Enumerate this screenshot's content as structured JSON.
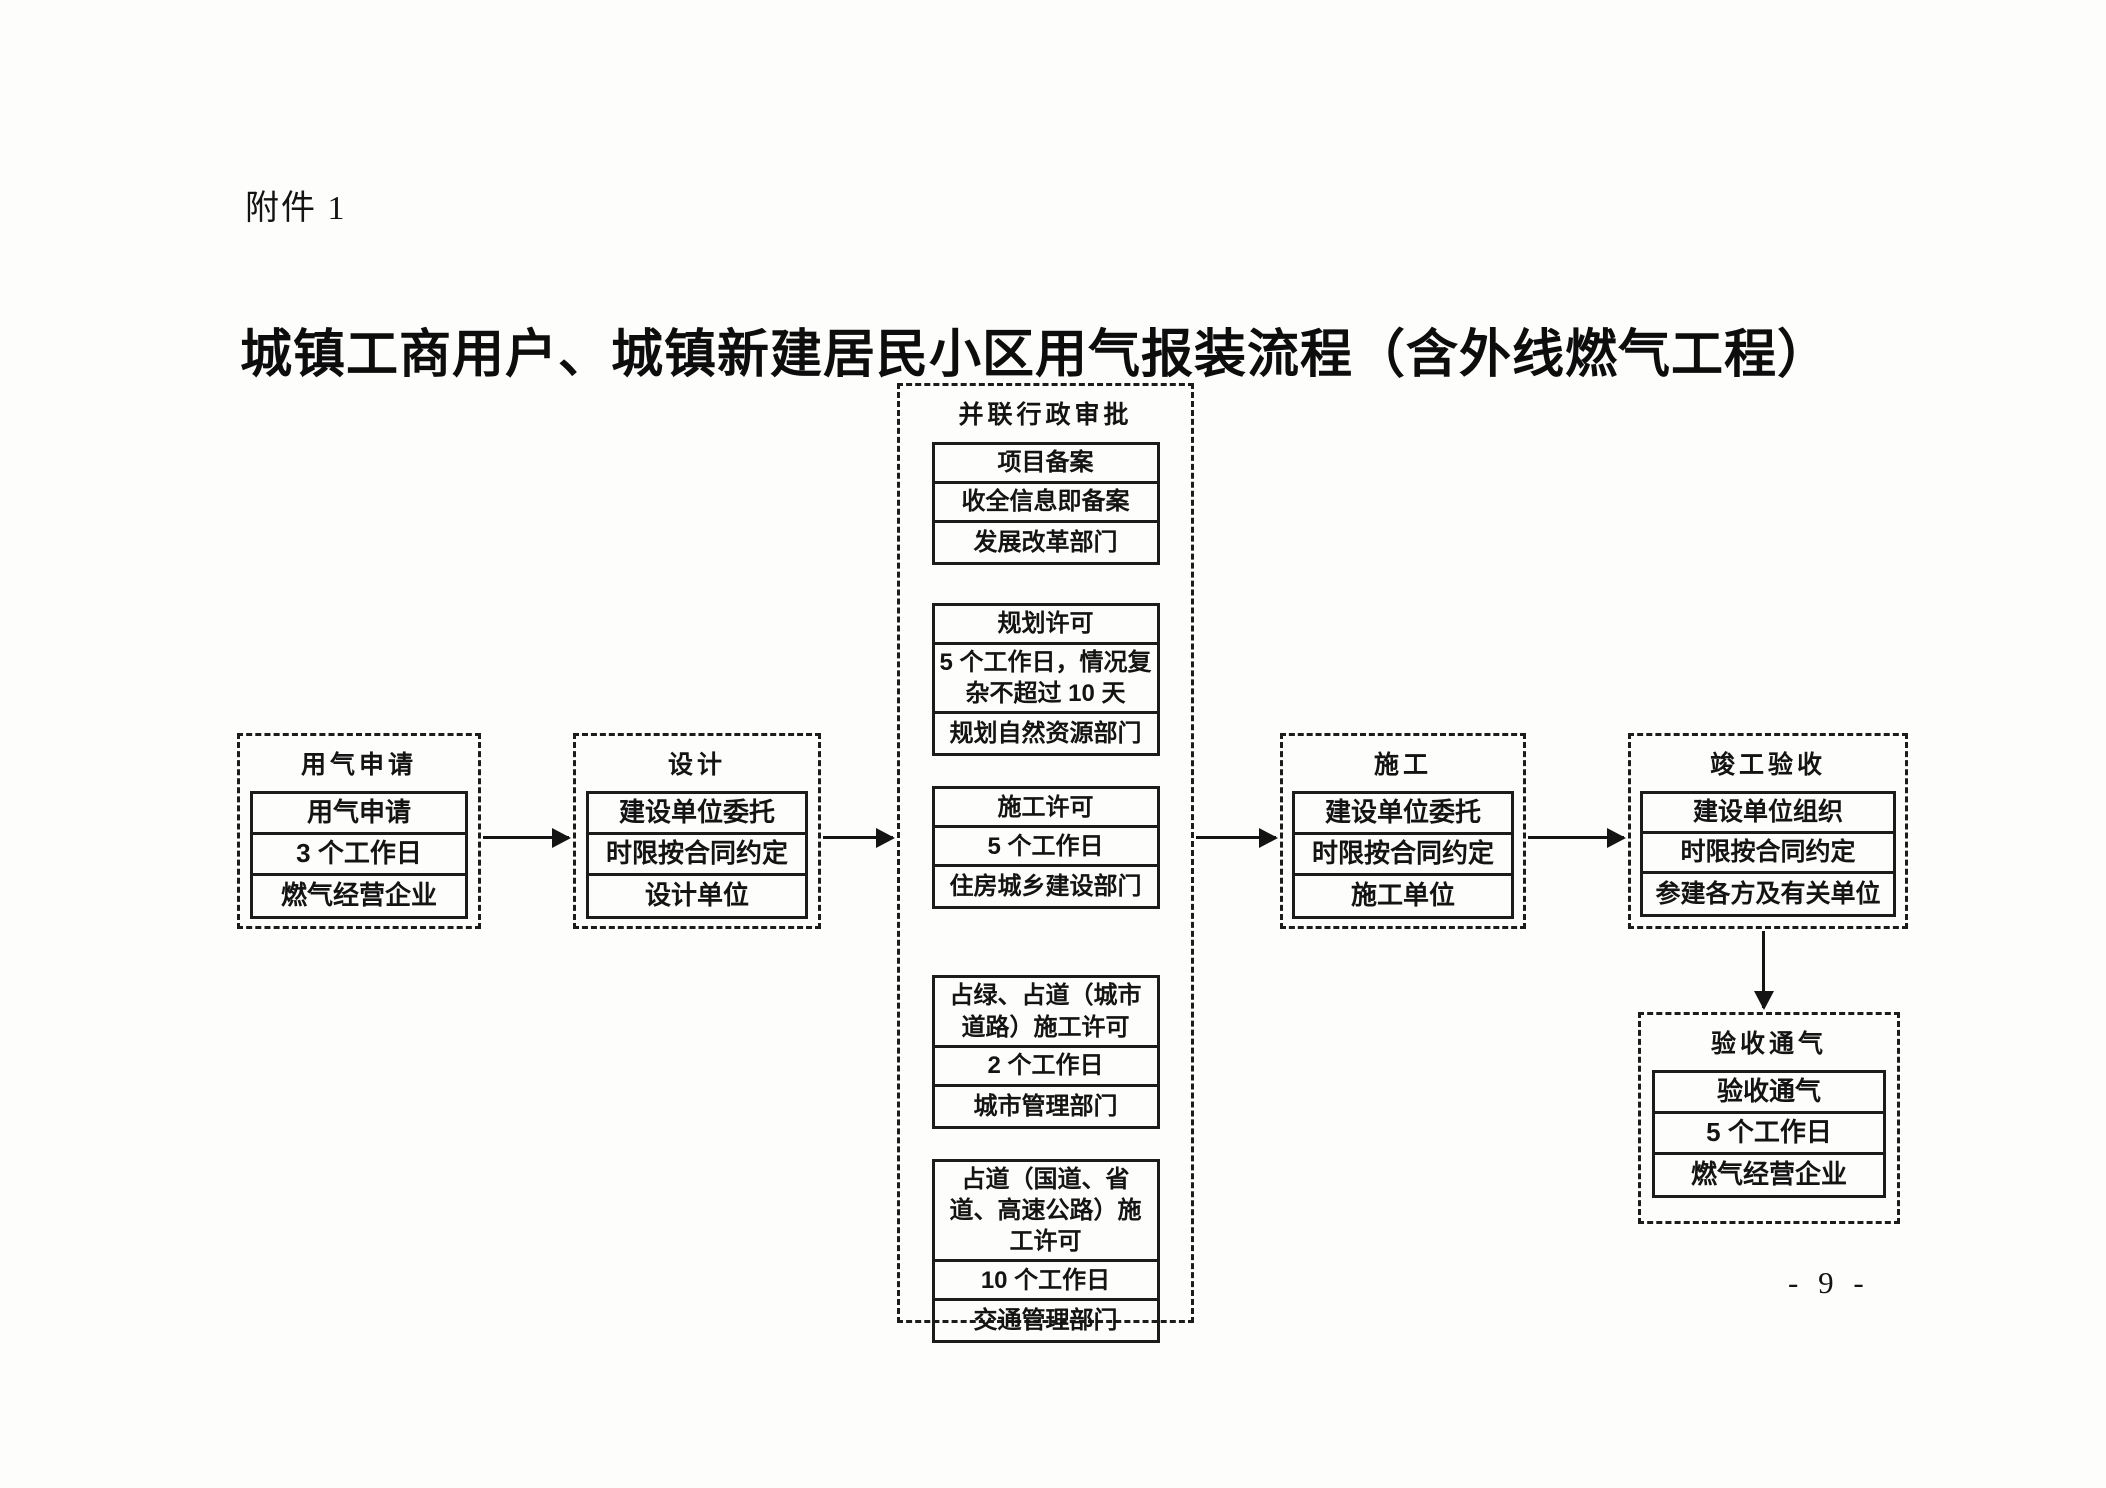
{
  "page": {
    "attachment_label": "附件 1",
    "title": "城镇工商用户、城镇新建居民小区用气报装流程（含外线燃气工程）",
    "page_number": "- 9 -"
  },
  "flowchart": {
    "stages": {
      "application": {
        "title": "用气申请",
        "rows": [
          "用气申请",
          "3 个工作日",
          "燃气经营企业"
        ]
      },
      "design": {
        "title": "设计",
        "rows": [
          "建设单位委托",
          "时限按合同约定",
          "设计单位"
        ]
      },
      "approval": {
        "title": "并联行政审批",
        "groups": [
          {
            "rows": [
              "项目备案",
              "收全信息即备案",
              "发展改革部门"
            ]
          },
          {
            "rows": [
              "规划许可",
              "5 个工作日，情况复杂不超过 10 天",
              "规划自然资源部门"
            ]
          },
          {
            "rows": [
              "施工许可",
              "5 个工作日",
              "住房城乡建设部门"
            ]
          },
          {
            "rows": [
              "占绿、占道（城市道路）施工许可",
              "2 个工作日",
              "城市管理部门"
            ]
          },
          {
            "rows": [
              "占道（国道、省道、高速公路）施工许可",
              "10 个工作日",
              "交通管理部门"
            ]
          }
        ]
      },
      "construction": {
        "title": "施工",
        "rows": [
          "建设单位委托",
          "时限按合同约定",
          "施工单位"
        ]
      },
      "acceptance": {
        "title": "竣工验收",
        "rows": [
          "建设单位组织",
          "时限按合同约定",
          "参建各方及有关单位"
        ]
      },
      "gas_supply": {
        "title": "验收通气",
        "rows": [
          "验收通气",
          "5 个工作日",
          "燃气经营企业"
        ]
      }
    }
  }
}
